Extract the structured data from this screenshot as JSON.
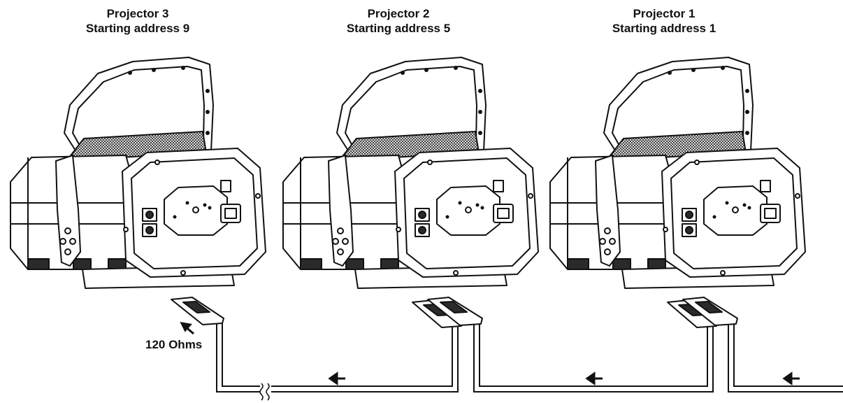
{
  "projectors": [
    {
      "title": "Projector 3",
      "address": "Starting address 9"
    },
    {
      "title": "Projector 2",
      "address": "Starting address 5"
    },
    {
      "title": "Projector 1",
      "address": "Starting address 1"
    }
  ],
  "terminator_label": "120 Ohms",
  "colors": {
    "line": "#111111",
    "body": "#ffffff",
    "shade": "#2a2a2a"
  }
}
